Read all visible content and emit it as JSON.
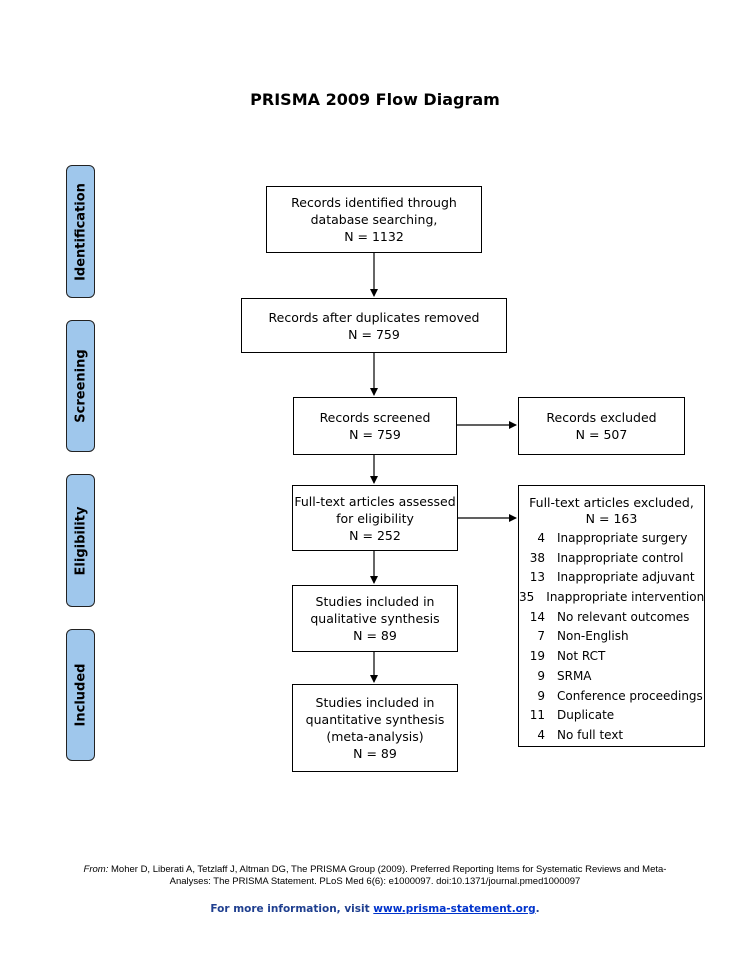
{
  "title": "PRISMA 2009 Flow Diagram",
  "phases": {
    "identification": "Identification",
    "screening": "Screening",
    "eligibility": "Eligibility",
    "included": "Included"
  },
  "boxes": {
    "identified": {
      "line1": "Records identified through",
      "line2": "database searching,",
      "line3": "N = 1132"
    },
    "after_duplicates": {
      "line1": "Records after duplicates removed",
      "line2": "N = 759"
    },
    "screened": {
      "line1": "Records screened",
      "line2": "N = 759"
    },
    "excluded": {
      "line1": "Records excluded",
      "line2": "N = 507"
    },
    "fulltext": {
      "line1": "Full-text articles assessed",
      "line2": "for eligibility",
      "line3": "N = 252"
    },
    "qualitative": {
      "line1": "Studies included in",
      "line2": "qualitative synthesis",
      "line3": "N = 89"
    },
    "quantitative": {
      "line1": "Studies included in",
      "line2": "quantitative synthesis",
      "line3": "(meta-analysis)",
      "line4": "N = 89"
    }
  },
  "fulltext_excluded": {
    "title": "Full-text articles excluded,",
    "total": "N = 163",
    "reasons": [
      {
        "n": "4",
        "reason": "Inappropriate surgery"
      },
      {
        "n": "38",
        "reason": "Inappropriate control"
      },
      {
        "n": "13",
        "reason": "Inappropriate adjuvant"
      },
      {
        "n": "35",
        "reason": "Inappropriate intervention"
      },
      {
        "n": "14",
        "reason": "No relevant outcomes"
      },
      {
        "n": "7",
        "reason": "Non-English"
      },
      {
        "n": "19",
        "reason": "Not RCT"
      },
      {
        "n": "9",
        "reason": "SRMA"
      },
      {
        "n": "9",
        "reason": "Conference proceedings"
      },
      {
        "n": "11",
        "reason": "Duplicate"
      },
      {
        "n": "4",
        "reason": "No full text"
      }
    ]
  },
  "citation": {
    "from_label": "From:",
    "line1": "Moher D, Liberati A, Tetzlaff J, Altman DG, The PRISMA Group (2009). Preferred Reporting Items for Systematic Reviews and Meta-",
    "line2": "Analyses: The PRISMA Statement. PLoS Med 6(6): e1000097. doi:10.1371/journal.pmed1000097"
  },
  "more_info": {
    "prefix": "For more information, visit ",
    "link": "www.prisma-statement.org",
    "suffix": "."
  }
}
